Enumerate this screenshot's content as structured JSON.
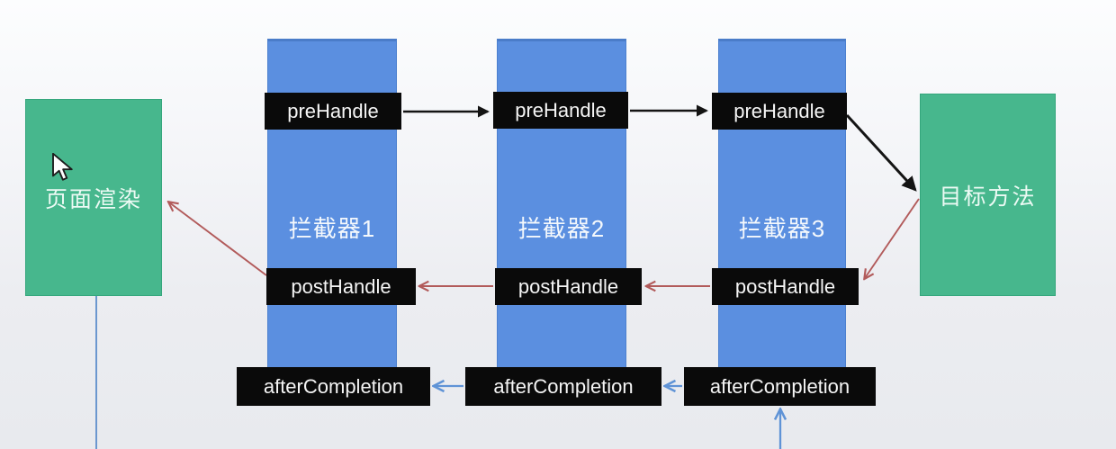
{
  "diagram": {
    "title_hint": "Spring MVC interceptor execution flow",
    "page_render_box": {
      "label": "页面渲染"
    },
    "target_method_box": {
      "label": "目标方法"
    },
    "interceptors": [
      {
        "name": "拦截器1",
        "pre_handle": "preHandle",
        "post_handle": "postHandle",
        "after_completion": "afterCompletion"
      },
      {
        "name": "拦截器2",
        "pre_handle": "preHandle",
        "post_handle": "postHandle",
        "after_completion": "afterCompletion"
      },
      {
        "name": "拦截器3",
        "pre_handle": "preHandle",
        "post_handle": "postHandle",
        "after_completion": "afterCompletion"
      }
    ],
    "colors": {
      "interceptor_column": "#5b8fe0",
      "method_label_box": "#0a0a0a",
      "result_box_green": "#47b78d",
      "pre_handle_arrow": "#141414",
      "post_handle_arrow": "#b25b5b",
      "after_completion_arrow": "#5f93d6",
      "background_top": "#fcfdfe",
      "background_bottom": "#e8eaee"
    }
  }
}
